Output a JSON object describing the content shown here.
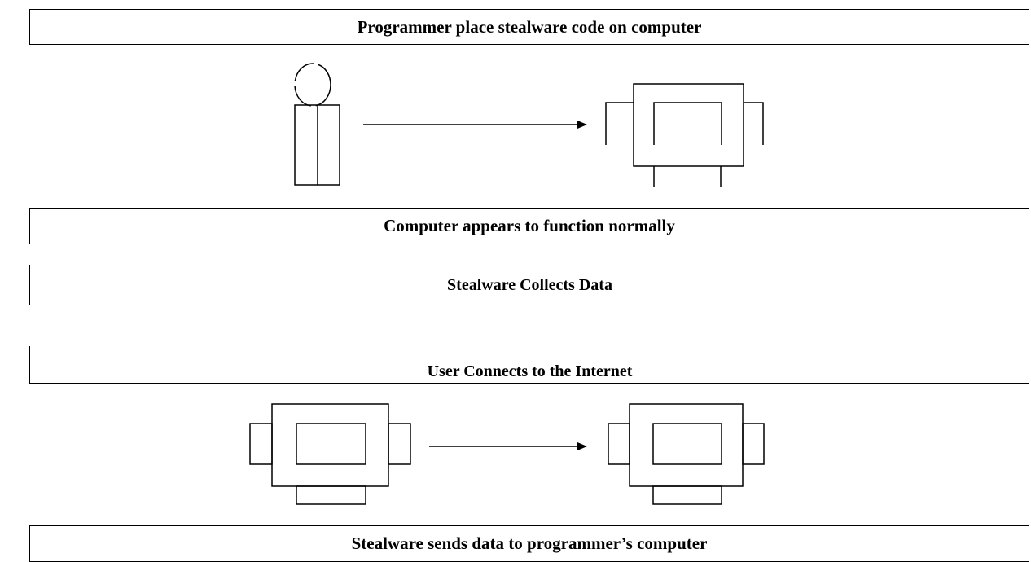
{
  "banners": {
    "step1": "Programmer place stealware code on computer",
    "step2": "Computer appears to function normally",
    "step3": "Stealware Collects Data",
    "step4": "User Connects to the Internet",
    "step5": "Stealware sends data to programmer’s computer"
  },
  "icons": {
    "programmer": "person-icon",
    "target": "computer-icon",
    "user": "computer-icon",
    "receiver": "computer-icon",
    "arrow": "arrow-right-icon"
  },
  "colors": {
    "stroke": "#000000",
    "background": "#ffffff"
  }
}
